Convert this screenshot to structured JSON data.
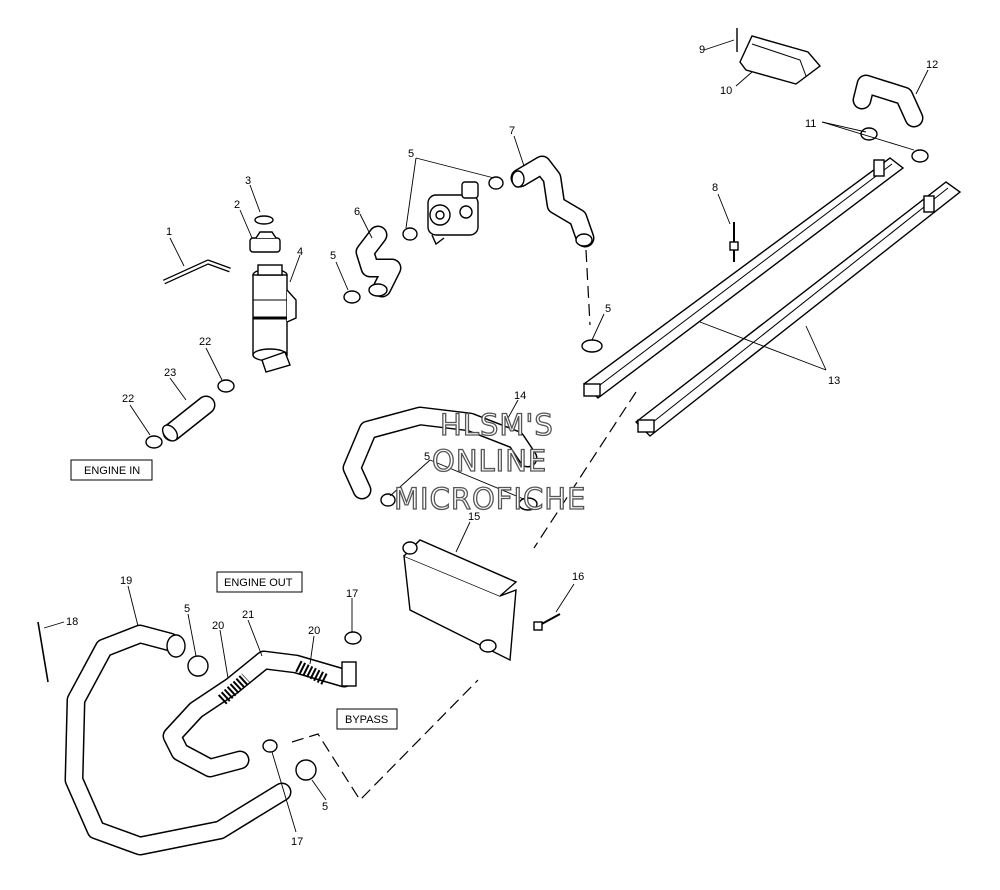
{
  "diagram": {
    "labels": {
      "n1": "1",
      "n2": "2",
      "n3": "3",
      "n4": "4",
      "n5a": "5",
      "n5b": "5",
      "n5c": "5",
      "n5d": "5",
      "n5e": "5",
      "n5f": "5",
      "n6": "6",
      "n7": "7",
      "n8": "8",
      "n9": "9",
      "n10": "10",
      "n11": "11",
      "n12": "12",
      "n13": "13",
      "n14": "14",
      "n15": "15",
      "n16": "16",
      "n17a": "17",
      "n17b": "17",
      "n18": "18",
      "n19": "19",
      "n20a": "20",
      "n20b": "20",
      "n21": "21",
      "n22a": "22",
      "n22b": "22",
      "n23": "23"
    },
    "boxes": {
      "engine_in": "ENGINE IN",
      "engine_out": "ENGINE OUT",
      "bypass": "BYPASS"
    },
    "watermark": {
      "line1": "HLSM'S",
      "line2": "ONLINE",
      "line3": "MICROFICHE"
    }
  }
}
